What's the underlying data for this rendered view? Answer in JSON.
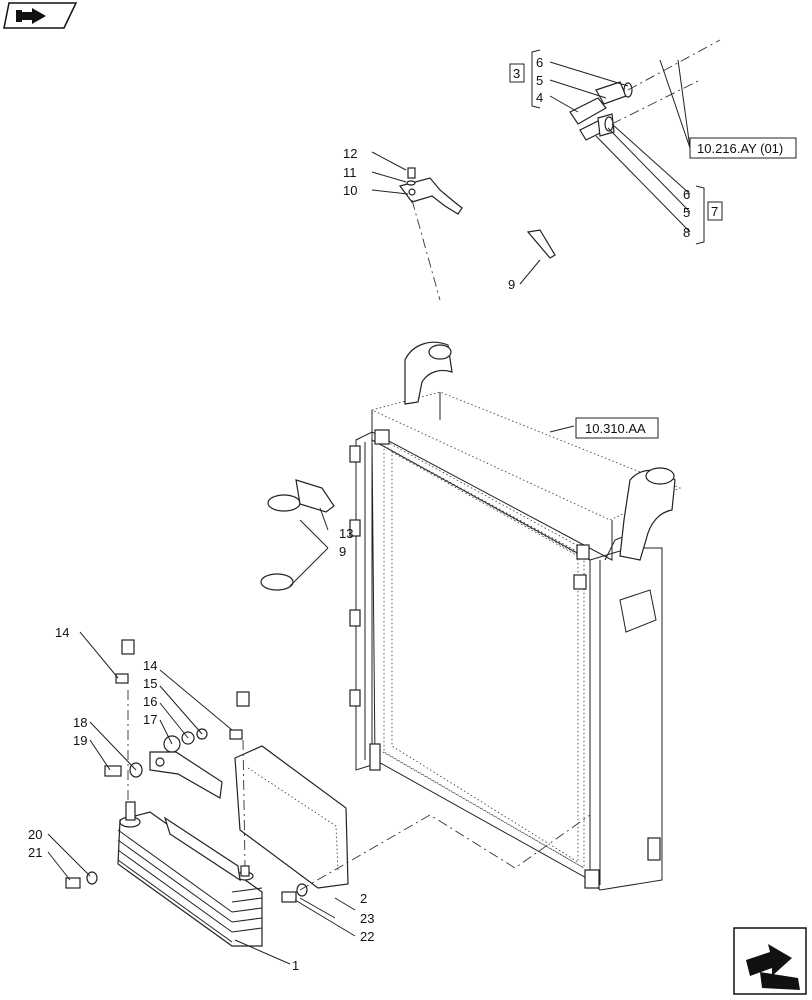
{
  "callouts": {
    "c1": "1",
    "c2": "2",
    "c3": "3",
    "c4": "4",
    "c5a": "5",
    "c5b": "5",
    "c6a": "6",
    "c6b": "6",
    "c7": "7",
    "c8": "8",
    "c9a": "9",
    "c9b": "9",
    "c10": "10",
    "c11": "11",
    "c12": "12",
    "c13": "13",
    "c14a": "14",
    "c14b": "14",
    "c15": "15",
    "c16": "16",
    "c17": "17",
    "c18": "18",
    "c19": "19",
    "c20": "20",
    "c21": "21",
    "c22": "22",
    "c23": "23"
  },
  "references": {
    "ref_top": "10.216.AY (01)",
    "ref_radiator": "10.310.AA"
  },
  "icons": {
    "top_left": "book-arrow-icon",
    "bottom_right": "next-page-arrow-icon"
  }
}
